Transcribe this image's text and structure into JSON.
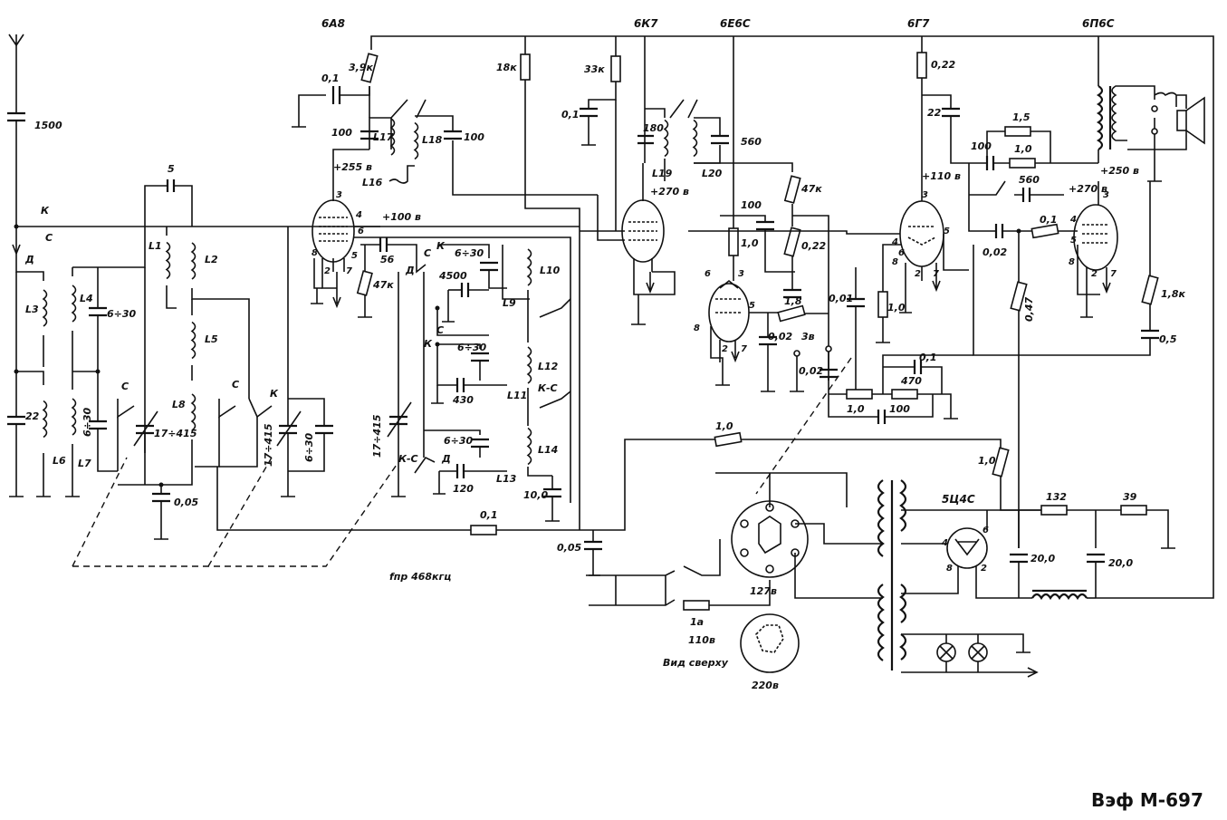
{
  "title": "Вэф М-697",
  "tubes": [
    {
      "id": "6A8",
      "label": "6А8"
    },
    {
      "id": "6K7",
      "label": "6К7"
    },
    {
      "id": "6E6S",
      "label": "6Е6С"
    },
    {
      "id": "6G7",
      "label": "6Г7"
    },
    {
      "id": "6P6S",
      "label": "6П6С"
    },
    {
      "id": "5C4S",
      "label": "5Ц4С"
    }
  ],
  "labels": {
    "c1500": "1500",
    "c22": "22",
    "sw_k": "К",
    "sw_s": "С",
    "sw_d": "Д",
    "l1": "L1",
    "l2": "L2",
    "l3": "L3",
    "l4": "L4",
    "l5": "L5",
    "l6": "L6",
    "l7": "L7",
    "l8": "L8",
    "l9": "L9",
    "l10": "L10",
    "l11": "L11",
    "l12": "L12",
    "l13": "L13",
    "l14": "L14",
    "l16": "L16",
    "l17": "L17",
    "l18": "L18",
    "l19": "L19",
    "l20": "L20",
    "c5": "5",
    "trim_6_30": "6÷30",
    "var_17_415": "17÷415",
    "c005": "0,05",
    "c01": "0,1",
    "c100": "100",
    "r39k": "3,9к",
    "v255": "+255 в",
    "v100": "+100 в",
    "c56": "56",
    "r47k": "47к",
    "c4500": "4500",
    "c430": "430",
    "c120": "120",
    "sw_ks": "К-С",
    "c10": "10,0",
    "r18k": "18к",
    "r33k": "33к",
    "c180": "180",
    "v270": "+270 в",
    "c560": "560",
    "r10": "1,0",
    "r022": "0,22",
    "r18": "1,8",
    "c002": "0,02",
    "pin3b": "3в",
    "c001": "0,01",
    "c22b": "22",
    "v110": "+110 в",
    "r15": "1,5",
    "r01": "0,1",
    "r047": "0,47",
    "r18kb": "1,8к",
    "c05": "0,5",
    "v250": "+250 в",
    "r470": "470",
    "r132": "132",
    "r39": "39",
    "c20": "20,0",
    "fuse": "1а",
    "v127": "127в",
    "v110b": "110в",
    "v220": "220в",
    "top_view": "Вид сверху",
    "fpr": "fпр 468кгц",
    "p2": "2",
    "p3": "3",
    "p4": "4",
    "p5": "5",
    "p6": "6",
    "p7": "7",
    "p8": "8"
  }
}
